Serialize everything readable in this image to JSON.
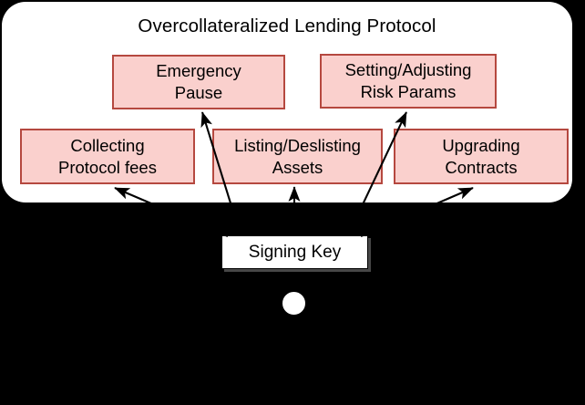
{
  "diagram": {
    "title": "Overcollateralized Lending Protocol",
    "background_color": "#000000",
    "card_color": "#ffffff",
    "box_fill_color": "#fad0cd",
    "box_border_color": "#b5483f",
    "permissions": [
      {
        "id": "emergency-pause",
        "line1": "Emergency",
        "line2": "Pause"
      },
      {
        "id": "risk-params",
        "line1": "Setting/Adjusting",
        "line2": "Risk Params"
      },
      {
        "id": "protocol-fees",
        "line1": "Collecting",
        "line2": "Protocol fees"
      },
      {
        "id": "listing",
        "line1": "Listing/Deslisting",
        "line2": "Assets"
      },
      {
        "id": "upgrading",
        "line1": "Upgrading",
        "line2": "Contracts"
      }
    ],
    "actor": {
      "label": "Signing Key",
      "node_shape": "circle"
    },
    "connections": [
      {
        "from": "signing-key",
        "to": "protocol-fees"
      },
      {
        "from": "signing-key",
        "to": "emergency-pause"
      },
      {
        "from": "signing-key",
        "to": "listing"
      },
      {
        "from": "signing-key",
        "to": "risk-params"
      },
      {
        "from": "signing-key",
        "to": "upgrading"
      }
    ]
  }
}
